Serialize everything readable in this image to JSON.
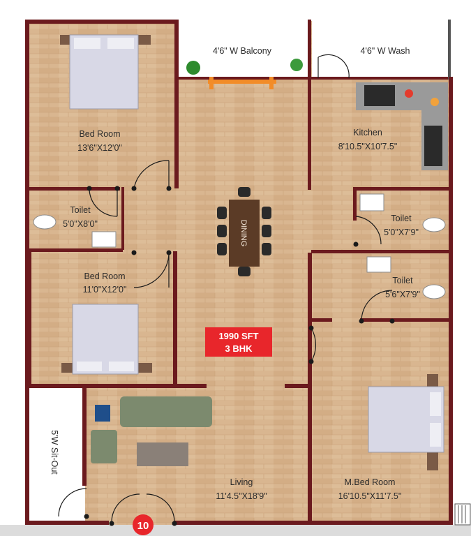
{
  "rooms": {
    "balcony": {
      "name": "4'6\" W Balcony"
    },
    "wash": {
      "name": "4'6\" W Wash"
    },
    "bedroom1": {
      "name": "Bed Room",
      "size": "13'6\"X12'0\""
    },
    "kitchen": {
      "name": "Kitchen",
      "size": "8'10.5\"X10'7.5\""
    },
    "toilet1": {
      "name": "Toilet",
      "size": "5'0\"X8'0\""
    },
    "toilet2": {
      "name": "Toilet",
      "size": "5'0\"X7'9\""
    },
    "dining": {
      "name": "DINING"
    },
    "bedroom2": {
      "name": "Bed Room",
      "size": "11'0\"X12'0\""
    },
    "toilet3": {
      "name": "Toilet",
      "size": "5'6\"X7'9\""
    },
    "sitout": {
      "name": "5'W Sit-Out"
    },
    "living": {
      "name": "Living",
      "size": "11'4.5\"X18'9\""
    },
    "mbedroom": {
      "name": "M.Bed Room",
      "size": "16'10.5\"X11'7.5\""
    }
  },
  "badge": {
    "line1": "1990 SFT",
    "line2": "3 BHK"
  },
  "unit_number": "10",
  "colors": {
    "wall": "#6b1a1e",
    "floor": "#d8b48c",
    "badge": "#e8262b",
    "unit_circle": "#e8262b"
  }
}
